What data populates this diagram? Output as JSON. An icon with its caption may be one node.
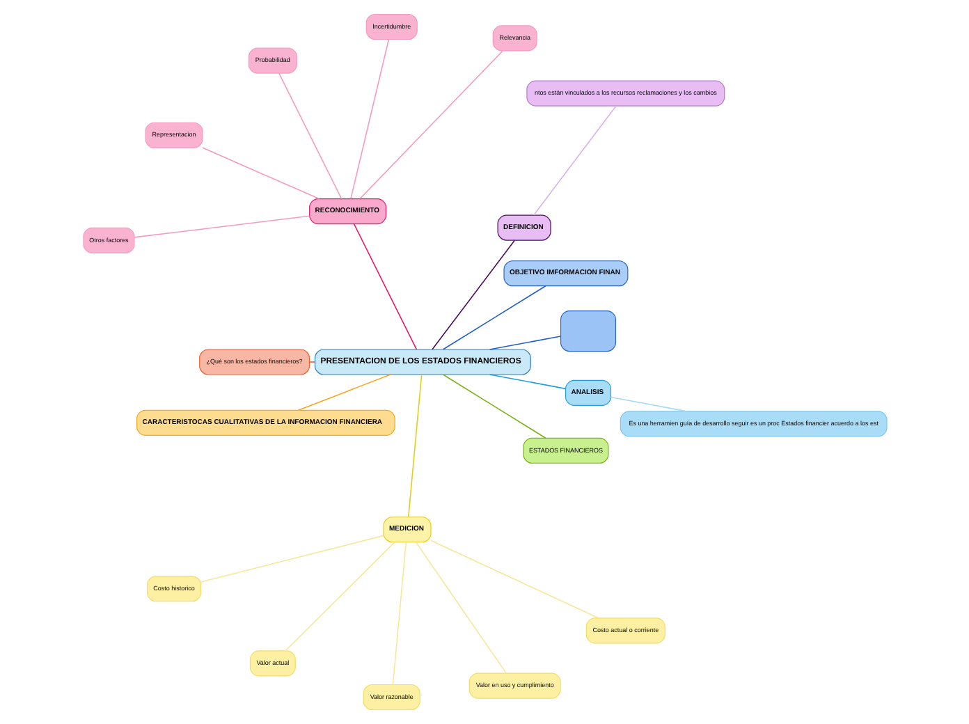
{
  "diagram": {
    "nodes": [
      {
        "text": [
          "PRESENTACION DE LOS ESTADOS FINANCIEROS"
        ]
      },
      {
        "text": [],
        "shape": "box"
      },
      {
        "text": [
          "OBJETIVO IMFORMACION FINAN"
        ]
      },
      {
        "text": [
          "DEFINICION"
        ]
      },
      {
        "text": [
          "ntos están vinculados a los recursos reclamaciones y los cambios"
        ]
      },
      {
        "text": [
          "RECONOCIMIENTO"
        ]
      },
      {
        "text": [
          "Relevancia"
        ]
      },
      {
        "text": [
          "Incertidumbre"
        ]
      },
      {
        "text": [
          "Probabilidad"
        ]
      },
      {
        "text": [
          "Representacion"
        ]
      },
      {
        "text": [
          "Otros factores"
        ]
      },
      {
        "text": [
          "¿Qué son los estados financieros?"
        ]
      },
      {
        "text": [
          "CARACTERISTOCAS CUALITATIVAS DE LA INFORMACION FINANCIERA"
        ]
      },
      {
        "text": [
          "MEDICION"
        ]
      },
      {
        "text": [
          "Costo historico"
        ]
      },
      {
        "text": [
          "Valor actual"
        ]
      },
      {
        "text": [
          "Valor razonable"
        ]
      },
      {
        "text": [
          "Valor en uso y cumplimiento"
        ]
      },
      {
        "text": [
          "Costo actual o corriente"
        ]
      },
      {
        "text": [
          "ESTADOS FINANCIEROS"
        ]
      },
      {
        "text": [
          "ANALISIS"
        ]
      },
      {
        "text": [
          "Es una herramien guía de desarrollo seguir es un proc Estados financier acuerdo a los est"
        ]
      }
    ],
    "edges": [
      {
        "from": 0,
        "to": 1,
        "arrow": "none",
        "color": "#1f5fc8"
      },
      {
        "from": 0,
        "to": 2,
        "arrow": "none",
        "color": "#1f5fc8"
      },
      {
        "from": 0,
        "to": 3,
        "arrow": "none",
        "color": "#4b0f5e"
      },
      {
        "from": 3,
        "to": 4,
        "arrow": "none",
        "color": "#d9b3e6"
      },
      {
        "from": 0,
        "to": 5,
        "arrow": "none",
        "color": "#e8186a"
      },
      {
        "from": 5,
        "to": 6,
        "arrow": "none",
        "color": "#f59ac0"
      },
      {
        "from": 5,
        "to": 7,
        "arrow": "none",
        "color": "#f59ac0"
      },
      {
        "from": 5,
        "to": 8,
        "arrow": "none",
        "color": "#f59ac0"
      },
      {
        "from": 5,
        "to": 9,
        "arrow": "none",
        "color": "#f59ac0"
      },
      {
        "from": 5,
        "to": 10,
        "arrow": "none",
        "color": "#f59ac0"
      },
      {
        "from": 0,
        "to": 11,
        "arrow": "none",
        "color": "#f0602a"
      },
      {
        "from": 0,
        "to": 12,
        "arrow": "none",
        "color": "#f5a623"
      },
      {
        "from": 0,
        "to": 13,
        "arrow": "none",
        "color": "#e8cc1a"
      },
      {
        "from": 13,
        "to": 14,
        "arrow": "none",
        "color": "#f7e79a"
      },
      {
        "from": 13,
        "to": 15,
        "arrow": "none",
        "color": "#f7e79a"
      },
      {
        "from": 13,
        "to": 16,
        "arrow": "none",
        "color": "#f7e79a"
      },
      {
        "from": 13,
        "to": 17,
        "arrow": "none",
        "color": "#f7e79a"
      },
      {
        "from": 13,
        "to": 18,
        "arrow": "none",
        "color": "#f7e79a"
      },
      {
        "from": 0,
        "to": 19,
        "arrow": "none",
        "color": "#7ab317"
      },
      {
        "from": 0,
        "to": 20,
        "arrow": "none",
        "color": "#1ea0e0"
      },
      {
        "from": 20,
        "to": 21,
        "arrow": "none",
        "color": "#a8dcf5"
      }
    ]
  }
}
